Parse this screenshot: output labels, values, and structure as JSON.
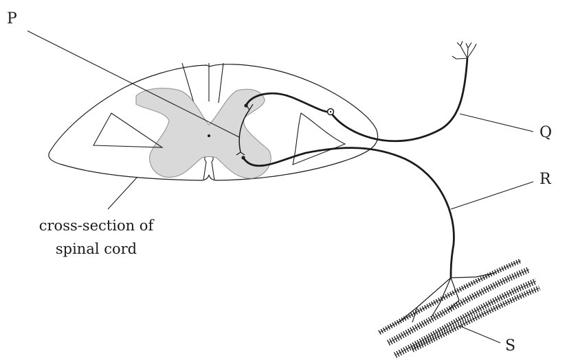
{
  "labels": {
    "p": "P",
    "q": "Q",
    "r": "R",
    "s": "S",
    "caption_line1": "cross-section of",
    "caption_line2": "spinal cord"
  },
  "colors": {
    "line": "#1a1a1a",
    "grey_matter": "#d9d9d9",
    "background": "#ffffff"
  }
}
